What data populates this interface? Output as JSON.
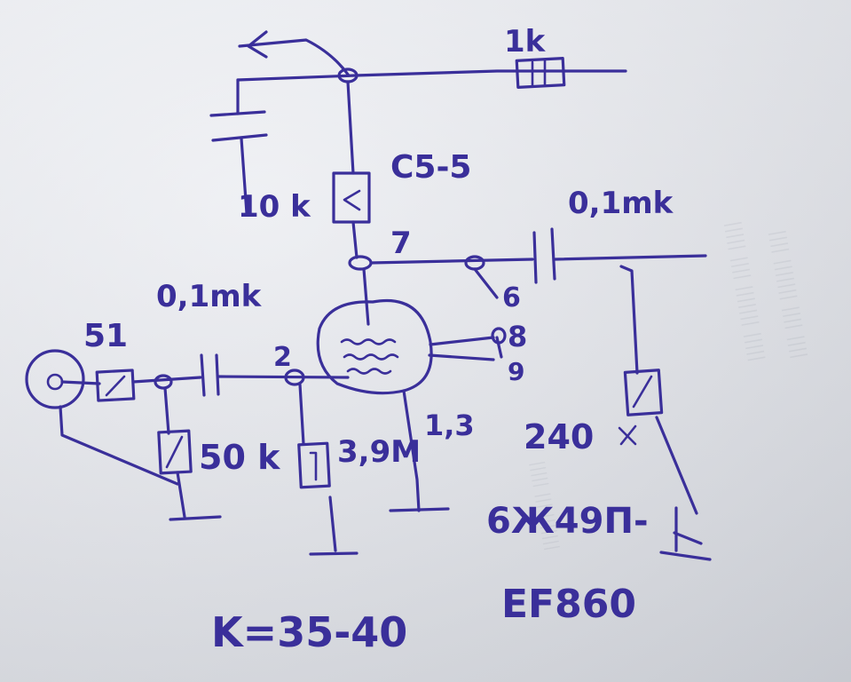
{
  "diagram": {
    "ink_color": "#3a2f9a",
    "paper_color": "#e6e8ee",
    "labels": {
      "r_1k": "1k",
      "cap_10k": "10 k",
      "r_c5_5": "C5-5",
      "pin_7": "7",
      "cap_out": "0,1mk",
      "cap_in": "0,1mk",
      "r_51": "51",
      "pin_2": "2",
      "pin_6": "6",
      "pin_8": "8",
      "pin_9": "9",
      "r_50k": "50 k",
      "r_3_9m": "3,9M",
      "pins_1_3": "1,3",
      "r_240": "240",
      "tube_ru": "6Ж49П-",
      "tube_en": "EF860",
      "gain": "K=35-40"
    }
  }
}
